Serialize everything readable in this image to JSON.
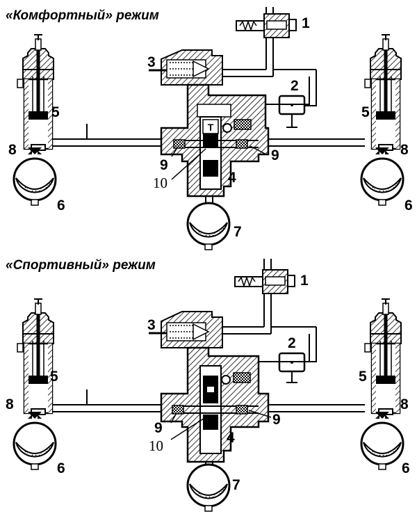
{
  "panels": [
    {
      "title": "«Комфортный» режим",
      "labels": {
        "n1": "1",
        "n2": "2",
        "n3": "3",
        "n4": "4",
        "n5l": "5",
        "n5r": "5",
        "n6l": "6",
        "n6r": "6",
        "n7": "7",
        "n8l": "8",
        "n8r": "8",
        "n9l": "9",
        "n9r": "9",
        "n10": "10"
      }
    },
    {
      "title": "«Спортивный» режим",
      "labels": {
        "n1": "1",
        "n2": "2",
        "n3": "3",
        "n4": "4",
        "n5l": "5",
        "n5r": "5",
        "n6l": "6",
        "n6r": "6",
        "n7": "7",
        "n8l": "8",
        "n8r": "8",
        "n9l": "9",
        "n9r": "9",
        "n10": "10"
      }
    }
  ]
}
